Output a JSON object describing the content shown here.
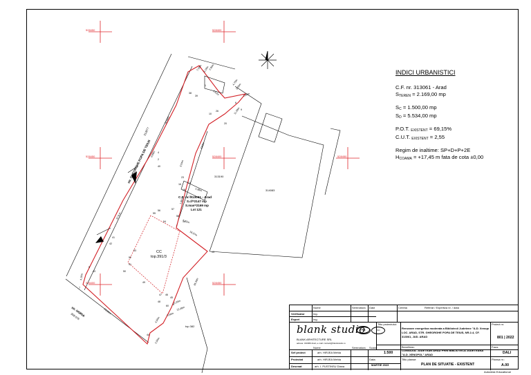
{
  "indici": {
    "title": "INDICI URBANISTICI",
    "cf": "C.F. nr. 313061 - Arad",
    "s_teren_sym": "S",
    "s_teren_sub": "TEREN",
    "s_teren_val": " = 2.169,00 mp",
    "sc_sym": "S",
    "sc_sub": "C",
    "sc_val": " = 1.500,00 mp",
    "sd_sym": "S",
    "sd_sub": "D",
    "sd_val": " = 5.534,00 mp",
    "pot_label": "P.O.T. ",
    "pot_sub": "EXISTENT",
    "pot_val": " = 69,15%",
    "cut_label": "C.U.T. ",
    "cut_sub": "EXISTENT",
    "cut_val": " = 2,55",
    "regim": "Regim de inaltime: SP+D+P+2E",
    "h_sym": "H",
    "h_sub": "COAMA",
    "h_val": " = +17,45 m fata de cota ±0,00"
  },
  "plan": {
    "street_main": "str. GHEORGHE POPA DE TEIUS",
    "street_nr": "313077",
    "street_bottom": "str. HORIA",
    "street_bottom_nr": "308 076",
    "lot_cf": "C.F. nr. 313061 - Arad",
    "lot_s": "S.cf=2147 mp",
    "lot_sm": "S.mas=2169 mp",
    "lot_nr": "Lot 121",
    "cc_label": "CC",
    "cc_top": "top.391/3",
    "parcel_313190": "313190",
    "parcel_314083": "314083",
    "top_382": "top 382",
    "grid_labels": [
      "528450",
      "528400",
      "528450",
      "528400",
      "528450",
      "528400",
      "528450"
    ],
    "point_labels": [
      "38",
      "39",
      "10",
      "26",
      "20",
      "1",
      "4",
      "2",
      "40",
      "23",
      "16",
      "17",
      "15",
      "18",
      "56",
      "57",
      "55",
      "14",
      "58",
      "13",
      "54",
      "41",
      "42",
      "53",
      "52",
      "51",
      "50",
      "49",
      "5",
      "43",
      "47",
      "46",
      "45",
      "48",
      "44",
      "7",
      "8",
      "6",
      "9",
      "60"
    ],
    "dim_labels": [
      "7,59m",
      "3,18m",
      "2,96m",
      "4,70m",
      "0,55m",
      "1,80m",
      "1,92m",
      "11,69m",
      "28,84m",
      "0,60m",
      "3,54m",
      "3,63m",
      "1,38m",
      "1,80m",
      "5,22m",
      "18,37m",
      "47,8 m",
      "4,10m",
      "28,30m",
      "12,48m",
      "0,20m",
      "0,50m",
      "4,50m",
      "0,50m",
      "23,50m"
    ]
  },
  "titleblock": {
    "h_nume": "Nume",
    "h_semnatura": "Semnatura",
    "h_data": "Data",
    "h_cerinta": "Cerinta",
    "h_referat": "Referat / Expertiza nr. / data",
    "verificator_label": "Verificator",
    "verificator_nume": "Ing.",
    "expert_label": "Expert",
    "expert_nume": "Ing.",
    "logo": "blank studio",
    "company_name": "BLANK ARHITECTURE SRL",
    "company_info": "adresa: 310069 Arad, e-mail: contact@blankstudio.ro",
    "titlu_proiect_label": "Titlu proiectului:",
    "titlu_proiect": "Renovare energetica moderata a Bibliotecii Judetene \"A.D. Xenopol\" Arad",
    "adresa_proiect": "LOC. ARAD, STR. GHEORGHE POPA DE TEIUS, NR.2-4, CF. 313061, JUD. ARAD",
    "proiect_nr_label": "Proiect nr.",
    "proiect_nr": "801 | 2022",
    "h_nume2": "Nume",
    "h_semnatura2": "Semnatura",
    "h_scara": "Scara:",
    "scara": "1:500",
    "beneficiar_label": "Beneficiar:",
    "beneficiar": "CONSILIUL JUDETEAN ARAD PRIN BIBLIOTECA JUDETEANA \"A.D. XENOPOL\" ARAD",
    "faza_label": "Faza:",
    "faza": "DALI",
    "sef_proiect_label": "Sef proiect",
    "sef_proiect": "arh. HIRJEA Mehia",
    "proiectat_label": "Proiectat",
    "proiectat": "arh. HIRJEA Mehia",
    "desenat_label": "Desenat",
    "desenat": "arh. I. PUSTINSU Diana",
    "h_data2": "Data:",
    "data": "MARTIE 2023",
    "titlu_plansa_label": "Titlu planse:",
    "titlu_plansa": "PLAN DE SITUATIE - EXISTENT",
    "plansa_nr_label": "Plansa nr.:",
    "plansa_nr": "A.00",
    "cert1": "ISO",
    "cert2": "ISO",
    "cert3": "ISO"
  },
  "footer": "Autodesk Educational"
}
